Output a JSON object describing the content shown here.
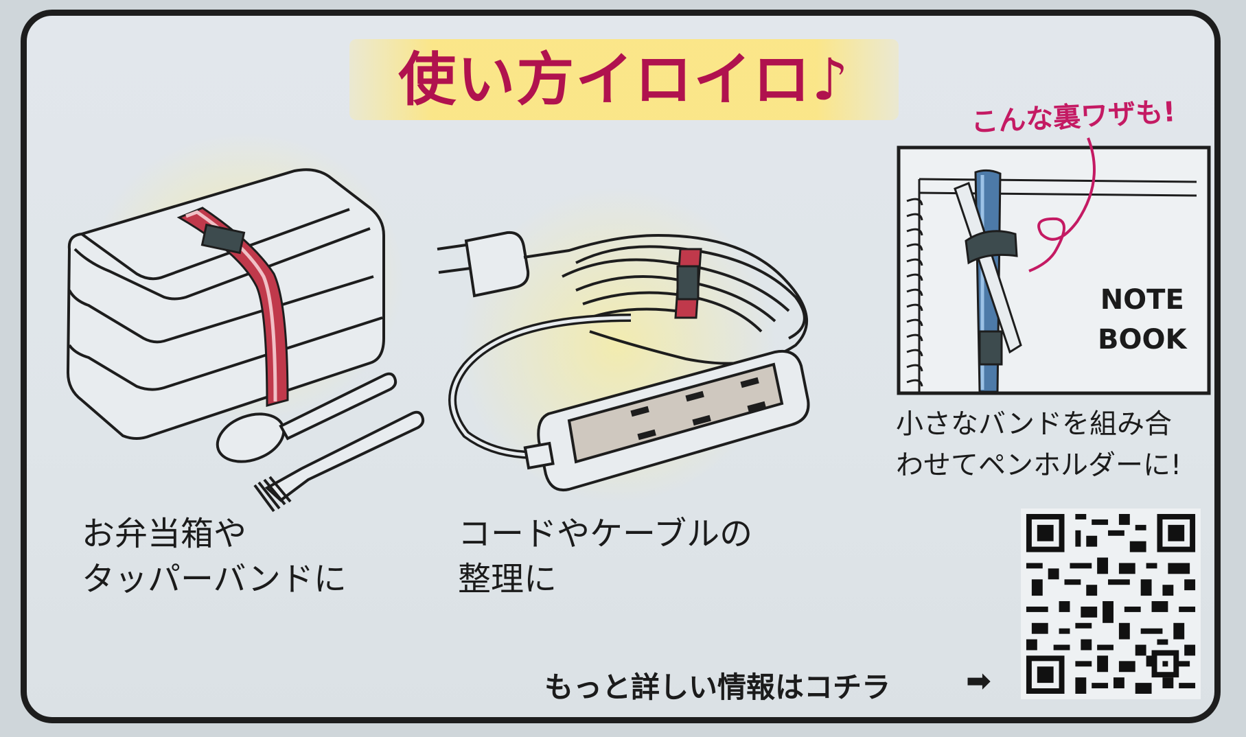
{
  "title": "使い方イロイロ♪",
  "trick_label": "こんな裏ワザも!",
  "notebook": {
    "line1": "NOTE",
    "line2": "BOOK"
  },
  "captions": {
    "lunchbox_line1": "お弁当箱や",
    "lunchbox_line2": "タッパーバンドに",
    "cord_line1": "コードやケーブルの",
    "cord_line2": "整理に",
    "pen_line1": "小さなバンドを組み合",
    "pen_line2": "わせてペンホルダーに!"
  },
  "more_info": "もっと詳しい情報はコチラ",
  "icons": {
    "arrow": "right-arrow-icon",
    "qr": "qr-code"
  },
  "colors": {
    "title": "#b0124e",
    "trick": "#c41a63",
    "band": "#c0394b",
    "band_pen": "#4d7aa8"
  }
}
